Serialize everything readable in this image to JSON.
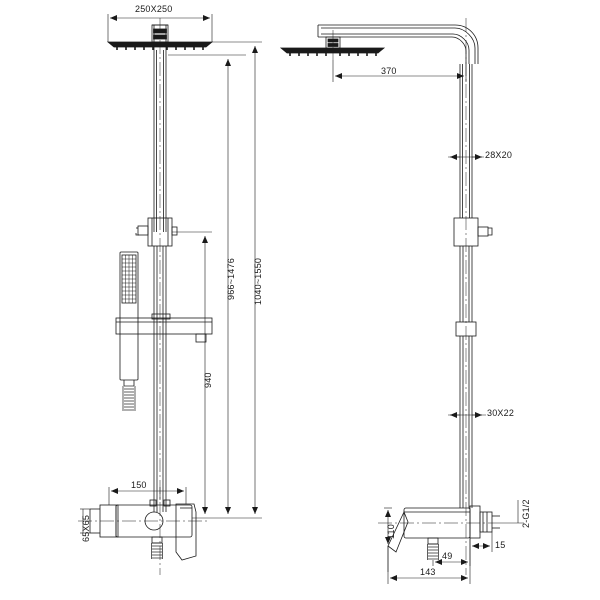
{
  "drawing": {
    "title": "Shower column technical drawing",
    "type": "engineering-dimension-drawing",
    "views": [
      "front-elevation",
      "side-elevation"
    ],
    "line_color": "#1a1a1a",
    "background_color": "#ffffff"
  },
  "dimensions": {
    "head_size": "250X250",
    "arm_projection": "370",
    "upper_pipe_section": "28X20",
    "lower_pipe_section": "30X22",
    "riser_range_inner": "966~1476",
    "riser_range_outer": "1040~1550",
    "slider_travel": "940",
    "mixer_centers": "150",
    "escutcheon_size": "65X65",
    "inlet_thread": "2-G1/2",
    "inlet_projection": "15",
    "mixer_height": "110",
    "mixer_depth_small": "49",
    "mixer_depth": "143"
  },
  "labels": [
    {
      "id": "head-size",
      "text": "250X250"
    },
    {
      "id": "arm-projection",
      "text": "370"
    },
    {
      "id": "upper-pipe",
      "text": "28X20"
    },
    {
      "id": "lower-pipe",
      "text": "30X22"
    },
    {
      "id": "riser-inner",
      "text": "966~1476"
    },
    {
      "id": "riser-outer",
      "text": "1040~1550"
    },
    {
      "id": "slider-travel",
      "text": "940"
    },
    {
      "id": "mixer-centers",
      "text": "150"
    },
    {
      "id": "escutcheon",
      "text": "65X65"
    },
    {
      "id": "inlet-thread",
      "text": "2-G1/2"
    },
    {
      "id": "inlet-projection",
      "text": "15"
    },
    {
      "id": "mixer-height",
      "text": "110"
    },
    {
      "id": "mixer-depth-small",
      "text": "49"
    },
    {
      "id": "mixer-depth",
      "text": "143"
    }
  ]
}
